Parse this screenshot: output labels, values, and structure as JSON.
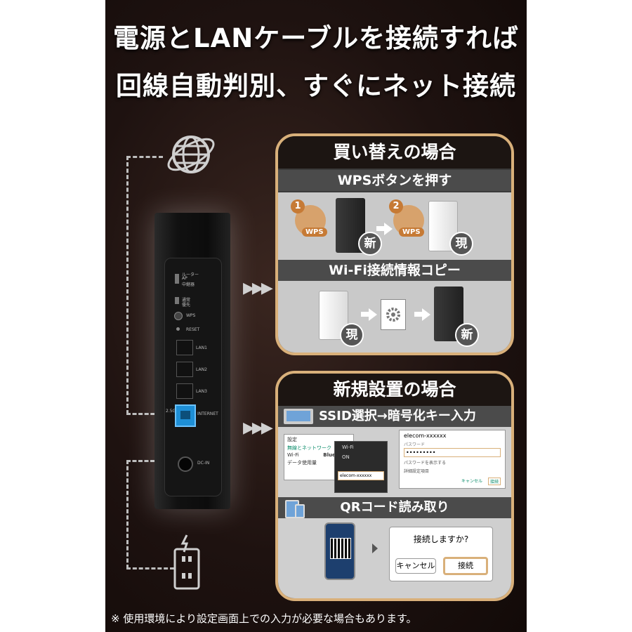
{
  "headline": {
    "line1": "電源とLANケーブルを接続すれば",
    "line2": "回線自動判別、すぐにネット接続"
  },
  "router": {
    "switch_labels": [
      "ルーター",
      "AP",
      "中継器"
    ],
    "auto_labels": [
      "通常",
      "優先"
    ],
    "wps_label": "WPS",
    "reset_label": "RESET",
    "lan_labels": [
      "LAN1",
      "LAN2",
      "LAN3"
    ],
    "internet_label": "INTERNET",
    "tenge_label": "2.5GE",
    "dcin_label": "DC-IN"
  },
  "replace_panel": {
    "title": "買い替えの場合",
    "step1_title": "WPSボタンを押す",
    "step1_badges": [
      "1",
      "2"
    ],
    "wps_tag": "WPS",
    "new_badge": "新",
    "current_badge": "現",
    "step2_title": "Wi-Fi接続情報コピー"
  },
  "new_panel": {
    "title": "新規設置の場合",
    "ssid_title": "SSID選択→暗号化キー入力",
    "ssid_ui": {
      "settings": "設定",
      "wireless_network": "無線とネットワーク",
      "wifi": "Wi-Fi",
      "bluetooth": "Bluetooth",
      "data_usage": "データ使用量",
      "on": "ON",
      "ssid": "elecom-xxxxxx",
      "password_label": "パスワード",
      "password_dots": "•••••••••",
      "show_password": "パスワードを表示する",
      "advanced": "詳細設定項目",
      "cancel": "キャンセル",
      "connect": "接続"
    },
    "qr_title": "QRコード読み取り",
    "dialog_question": "接続しますか?",
    "dialog_cancel": "キャンセル",
    "dialog_connect": "接続"
  },
  "footnote": "※ 使用環境により設定画面上での入力が必要な場合もあります。",
  "colors": {
    "accent": "#d9b07a",
    "orange": "#c67a35",
    "internet_port": "#1e8fd6"
  }
}
